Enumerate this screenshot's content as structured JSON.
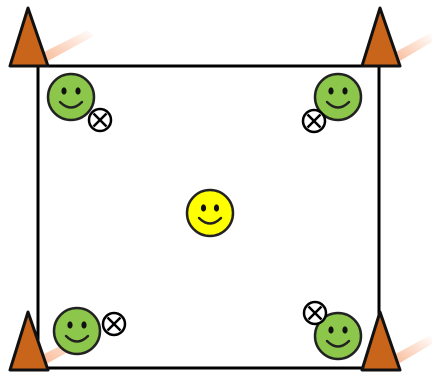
{
  "field": {
    "border_color": "#000000",
    "background": "#ffffff"
  },
  "cones": {
    "fill": "#c8651b",
    "stroke": "#111111",
    "glow": "#f7a070",
    "icon": "cone-icon",
    "items": [
      {
        "id": "top-left"
      },
      {
        "id": "top-right"
      },
      {
        "id": "bottom-left"
      },
      {
        "id": "bottom-right"
      }
    ]
  },
  "players": {
    "fill": "#8cc64a",
    "stroke": "#222222",
    "icon": "smiley-face-icon",
    "items": [
      {
        "id": "top-left"
      },
      {
        "id": "top-right"
      },
      {
        "id": "bottom-left"
      },
      {
        "id": "bottom-right"
      }
    ]
  },
  "balls": {
    "fill": "#ffffff",
    "stroke": "#000000",
    "icon": "ball-cross-icon"
  },
  "center_player": {
    "fill": "#ffff00",
    "stroke": "#222222",
    "icon": "smiley-face-icon"
  }
}
